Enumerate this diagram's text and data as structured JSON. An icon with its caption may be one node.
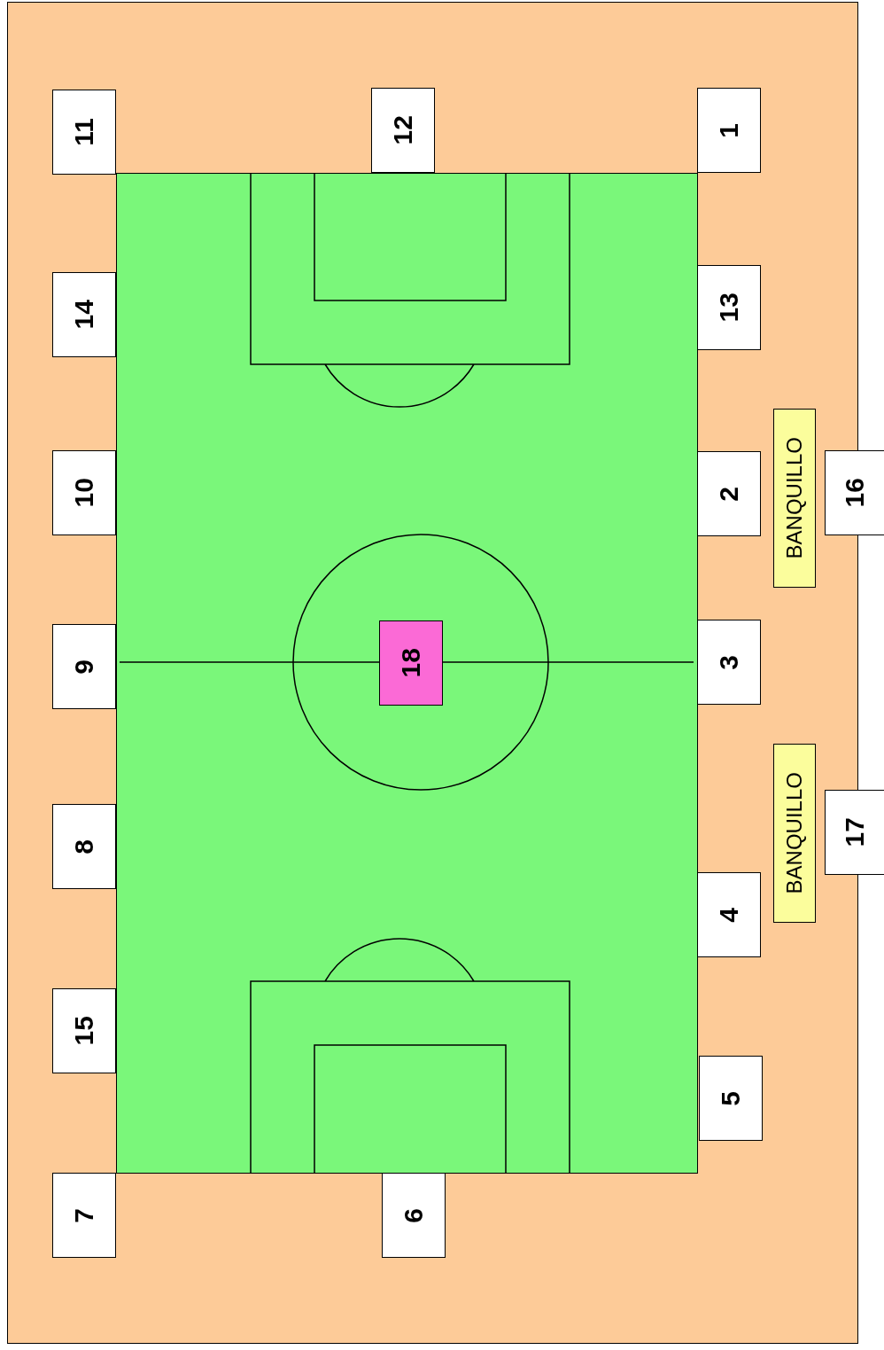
{
  "diagram": {
    "nodes": [
      {
        "text": [],
        "shape": "box"
      },
      {
        "text": [],
        "shape": "box",
        "in": 0
      },
      {
        "text": [
          "1"
        ],
        "in": 0
      },
      {
        "text": [
          "2"
        ],
        "in": 0
      },
      {
        "text": [
          "3"
        ],
        "in": 0
      },
      {
        "text": [
          "4"
        ],
        "in": 0
      },
      {
        "text": [
          "5"
        ],
        "in": 0
      },
      {
        "text": [
          "6"
        ],
        "in": 0
      },
      {
        "text": [
          "7"
        ],
        "in": 0
      },
      {
        "text": [
          "8"
        ],
        "in": 0
      },
      {
        "text": [
          "9"
        ],
        "in": 0
      },
      {
        "text": [
          "10"
        ],
        "in": 0
      },
      {
        "text": [
          "11"
        ],
        "in": 0
      },
      {
        "text": [
          "12"
        ],
        "in": 0
      },
      {
        "text": [
          "13"
        ],
        "in": 0
      },
      {
        "text": [
          "14"
        ],
        "in": 0
      },
      {
        "text": [
          "15"
        ],
        "in": 0
      },
      {
        "text": [
          "16"
        ],
        "in": 0
      },
      {
        "text": [
          "17"
        ],
        "in": 0
      },
      {
        "text": [
          "18"
        ],
        "in": 1
      },
      {
        "text": [
          "BANQUILLO"
        ],
        "in": 0
      },
      {
        "text": [
          "BANQUILLO"
        ],
        "in": 0
      }
    ],
    "edges": []
  }
}
